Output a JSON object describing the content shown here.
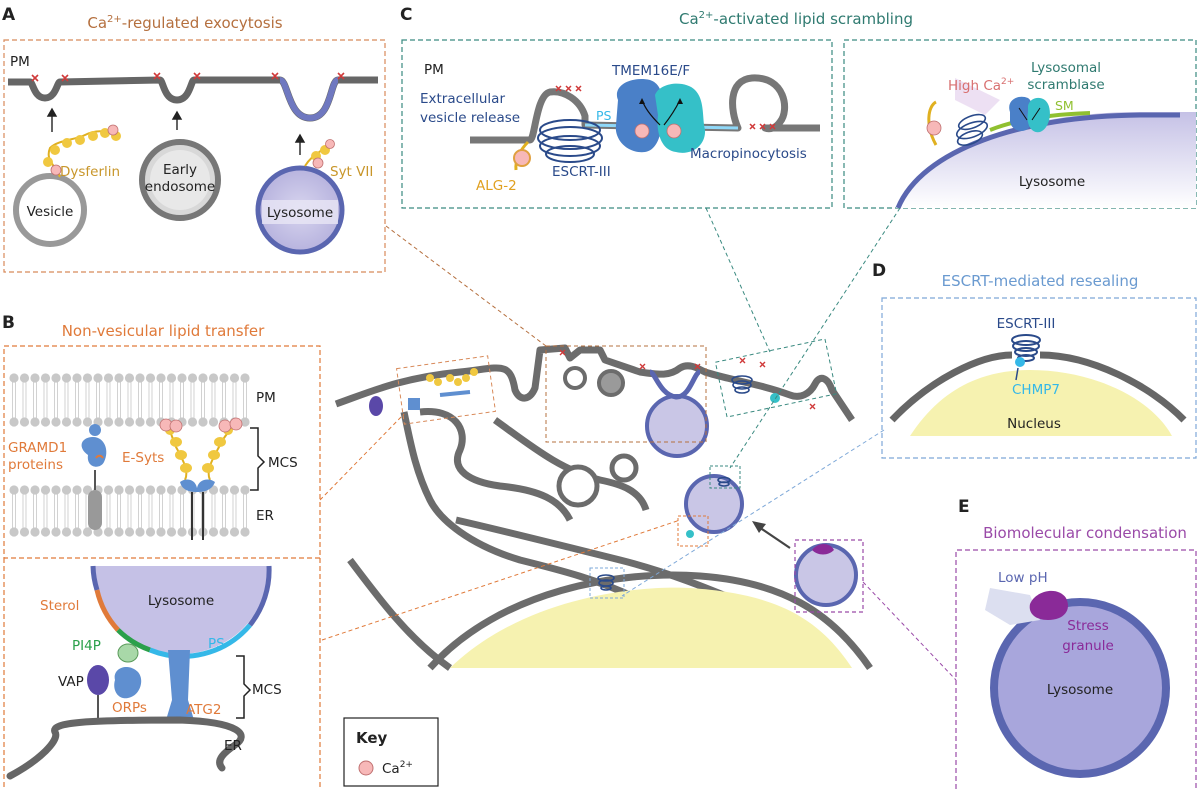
{
  "panels": {
    "A": {
      "letter": "A",
      "title_pre": "Ca",
      "title_sup": "2+",
      "title_post": "-regulated exocytosis",
      "pm": "PM",
      "dysferlin": "Dysferlin",
      "vesicle": "Vesicle",
      "early1": "Early",
      "early2": "endosome",
      "lysosome": "Lysosome",
      "sytvii": "Syt VII"
    },
    "B": {
      "letter": "B",
      "title": "Non-vesicular lipid transfer",
      "pm": "PM",
      "gramd1_1": "GRAMD1",
      "gramd1_2": "proteins",
      "esyts": "E-Syts",
      "mcs": "MCS",
      "er": "ER",
      "lysosome": "Lysosome",
      "sterol": "Sterol",
      "pi4p": "PI4P",
      "ps": "PS",
      "vap": "VAP",
      "mcs2": "MCS",
      "orps": "ORPs",
      "atg2": "ATG2",
      "er2": "ER"
    },
    "C": {
      "letter": "C",
      "title_pre": "Ca",
      "title_sup": "2+",
      "title_post": "-activated lipid scrambling",
      "pm": "PM",
      "tmem": "TMEM16E/F",
      "ev1": "Extracellular",
      "ev2": "vesicle release",
      "ps": "PS",
      "macro": "Macropinocytosis",
      "escrt": "ESCRT-III",
      "alg2": "ALG-2",
      "highca_pre": "High Ca",
      "highca_sup": "2+",
      "lyscr1": "Lysosomal",
      "lyscr2": "scramblase",
      "sm": "SM",
      "lysosome": "Lysosome"
    },
    "D": {
      "letter": "D",
      "title": "ESCRT-mediated resealing",
      "escrt": "ESCRT-III",
      "chmp7": "CHMP7",
      "nucleus": "Nucleus"
    },
    "E": {
      "letter": "E",
      "title": "Biomolecular condensation",
      "lowph": "Low pH",
      "sg1": "Stress",
      "sg2": "granule",
      "lysosome": "Lysosome"
    }
  },
  "key": {
    "title": "Key",
    "ca_pre": "Ca",
    "ca_sup": "2+"
  },
  "colors": {
    "membrane": "#6f6f6f",
    "lysosome_fill": "#c9c6e6",
    "lysosome_edge": "#5a66b0",
    "ca": "#f7b8b8",
    "panelA": "#d88a5a",
    "panelB": "#e07a3a",
    "panelC": "#3a8a80",
    "panelD": "#7ea8d8",
    "panelE": "#9a4aa8",
    "nucleus": "#f6f2b0",
    "escrt": "#2a4a8a",
    "dysferlin": "#e8b830"
  }
}
